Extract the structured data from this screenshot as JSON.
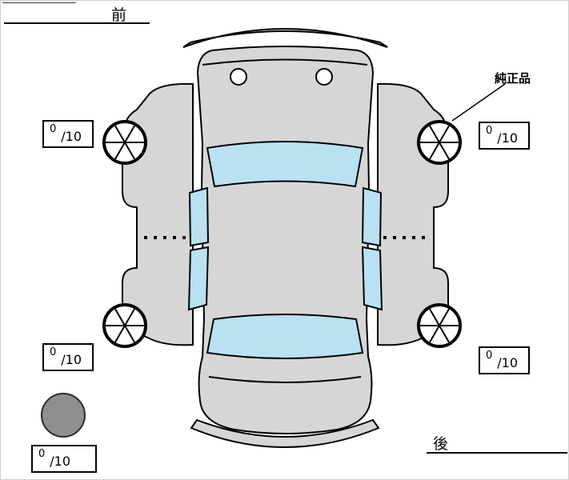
{
  "diagram": {
    "front_label": "前",
    "rear_label": "後",
    "genuine_part_label": "純正品"
  },
  "tires": {
    "front_left": {
      "score": "0",
      "max": "/10"
    },
    "front_right": {
      "score": "0",
      "max": "/10"
    },
    "rear_left": {
      "score": "0",
      "max": "/10"
    },
    "rear_right": {
      "score": "0",
      "max": "/10"
    },
    "spare": {
      "score": "0",
      "max": "/10"
    }
  },
  "colors": {
    "car_body": "#d6d6d6",
    "glass": "#b9e1f2",
    "spare_tire": "#8f8f8f",
    "outline": "#000000"
  }
}
